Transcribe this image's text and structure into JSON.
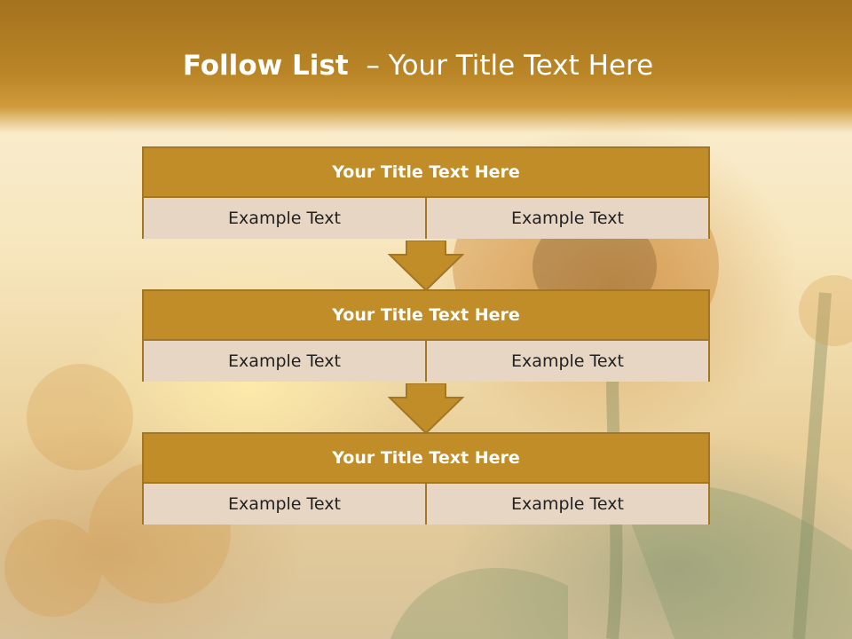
{
  "slide": {
    "title_bold": "Follow List",
    "title_rest": "  – Your Title Text Here"
  },
  "steps": [
    {
      "title": "Your Title Text Here",
      "left": "Example Text",
      "right": "Example Text"
    },
    {
      "title": "Your Title Text Here",
      "left": "Example Text",
      "right": "Example Text"
    },
    {
      "title": "Your Title Text Here",
      "left": "Example Text",
      "right": "Example Text"
    }
  ],
  "colors": {
    "header": "#b98526",
    "box_title": "#c08d28",
    "box_cell": "#e7d6c3",
    "border": "#a37625"
  }
}
